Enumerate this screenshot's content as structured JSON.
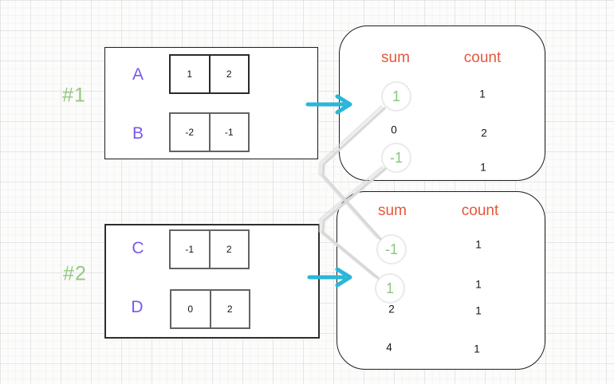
{
  "group1": {
    "tag": "#1",
    "rows": [
      {
        "label": "A",
        "cells": [
          "1",
          "2"
        ]
      },
      {
        "label": "B",
        "cells": [
          "-2",
          "-1"
        ]
      }
    ],
    "result": {
      "headers": [
        "sum",
        "count"
      ],
      "rows": [
        {
          "sum": "1",
          "count": "1",
          "circled": true
        },
        {
          "sum": "0",
          "count": "2",
          "circled": false
        },
        {
          "sum": "-1",
          "count": "1",
          "circled": true
        }
      ]
    }
  },
  "group2": {
    "tag": "#2",
    "rows": [
      {
        "label": "C",
        "cells": [
          "-1",
          "2"
        ]
      },
      {
        "label": "D",
        "cells": [
          "0",
          "2"
        ]
      }
    ],
    "result": {
      "headers": [
        "sum",
        "count"
      ],
      "rows": [
        {
          "sum": "-1",
          "count": "1",
          "circled": true
        },
        {
          "sum": "1",
          "count": "1",
          "circled": true
        },
        {
          "sum": "2",
          "count": "1",
          "circled": false
        },
        {
          "sum": "4",
          "count": "1",
          "circled": false
        }
      ]
    }
  },
  "icons": {
    "arrow1": "right-arrow-icon",
    "arrow2": "right-arrow-icon"
  },
  "colors": {
    "tag_green": "#92c97e",
    "circled_green": "#88c77a",
    "label_violet": "#7a57ee",
    "header_orange": "#e4573c",
    "arrow_cyan": "#2ab6d8",
    "connector_gray": "#d9d9d9"
  }
}
